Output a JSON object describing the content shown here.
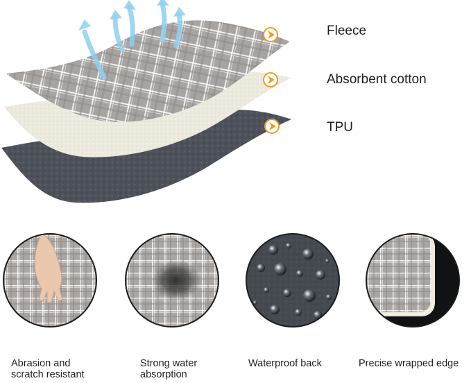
{
  "layers": [
    {
      "label": "Fleece",
      "icon": "orange-arrow-circle-icon"
    },
    {
      "label": "Absorbent cotton",
      "icon": "orange-arrow-circle-icon"
    },
    {
      "label": "TPU",
      "icon": "orange-arrow-circle-icon"
    }
  ],
  "features": [
    {
      "caption_line1": "Abrasion and",
      "caption_line2": "scratch resistant",
      "icon": "hand-scratch-icon"
    },
    {
      "caption_line1": "Strong water",
      "caption_line2": "absorption",
      "icon": "water-stain-icon"
    },
    {
      "caption_line1": "Waterproof back",
      "caption_line2": "",
      "icon": "water-droplets-icon"
    },
    {
      "caption_line1": "Precise wrapped edge",
      "caption_line2": "",
      "icon": "wrapped-edge-icon"
    }
  ],
  "colors": {
    "plaid_base": "#a9a6a3",
    "plaid_line": "#ffffff",
    "cotton": "#ece9dd",
    "tpu": "#4c5158",
    "accent_orange": "#f39a1e",
    "vapor_blue": "#8fd0ee"
  }
}
